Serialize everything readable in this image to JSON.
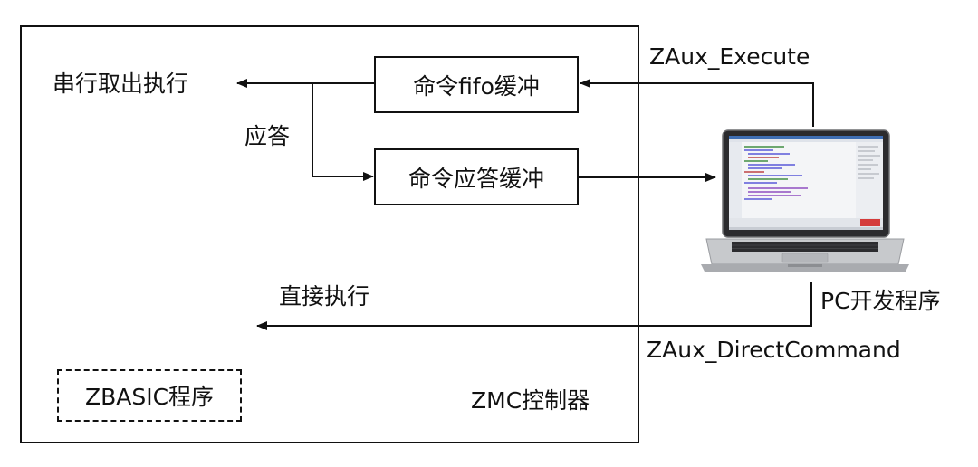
{
  "controller": {
    "label": "ZMC控制器"
  },
  "zbasic": {
    "label": "ZBASIC程序"
  },
  "fifo_buffer": {
    "label": "命令fifo缓冲"
  },
  "response_buffer": {
    "label": "命令应答缓冲"
  },
  "serial_exec": {
    "label": "串行取出执行"
  },
  "response": {
    "label": "应答"
  },
  "direct_exec": {
    "label": "直接执行"
  },
  "execute_call": {
    "label": "ZAux_Execute"
  },
  "direct_call": {
    "label": "ZAux_DirectCommand"
  },
  "pc_program": {
    "label": "PC开发程序"
  },
  "colors": {
    "line": "#111111",
    "background": "#ffffff"
  },
  "icons": {
    "pc": "laptop-icon"
  }
}
